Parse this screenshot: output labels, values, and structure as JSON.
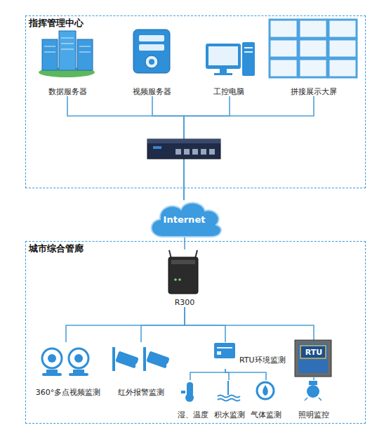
{
  "diagram": {
    "nodes": [
      {
        "text": [
          "指挥管理中心"
        ]
      },
      {
        "text": [
          "数据服务器"
        ],
        "in": 0
      },
      {
        "text": [
          "视频服务器"
        ],
        "in": 0
      },
      {
        "text": [
          "工控电脑"
        ],
        "in": 0
      },
      {
        "text": [
          "拼接展示大屏"
        ],
        "in": 0
      },
      {
        "text": [
          "Internet"
        ]
      },
      {
        "text": [
          "城市综合管廊"
        ]
      },
      {
        "text": [
          "R300"
        ],
        "in": 6
      },
      {
        "text": [
          "360°多点视频监测"
        ],
        "in": 6
      },
      {
        "text": [
          "红外报警监测"
        ],
        "in": 6
      },
      {
        "text": [
          "RTU环境监测"
        ],
        "in": 6
      },
      {
        "text": [
          "RTU"
        ],
        "in": 6
      },
      {
        "text": [
          "湿、温度"
        ],
        "in": 6
      },
      {
        "text": [
          "积水监测"
        ],
        "in": 6
      },
      {
        "text": [
          "气体监测"
        ],
        "in": 6
      },
      {
        "text": [
          "照明监控"
        ],
        "in": 6
      }
    ],
    "edges": [
      {
        "from": 1,
        "to": 5,
        "arrow": "none"
      },
      {
        "from": 2,
        "to": 5,
        "arrow": "none"
      },
      {
        "from": 3,
        "to": 5,
        "arrow": "none"
      },
      {
        "from": 4,
        "to": 5,
        "arrow": "none"
      },
      {
        "from": 5,
        "to": 7,
        "arrow": "none"
      },
      {
        "from": 7,
        "to": 8,
        "arrow": "none"
      },
      {
        "from": 7,
        "to": 9,
        "arrow": "none"
      },
      {
        "from": 7,
        "to": 10,
        "arrow": "none"
      },
      {
        "from": 7,
        "to": 11,
        "arrow": "none"
      },
      {
        "from": 10,
        "to": 12,
        "arrow": "none"
      },
      {
        "from": 10,
        "to": 13,
        "arrow": "none"
      },
      {
        "from": 10,
        "to": 14,
        "arrow": "none"
      },
      {
        "from": 11,
        "to": 15,
        "arrow": "none"
      }
    ]
  }
}
